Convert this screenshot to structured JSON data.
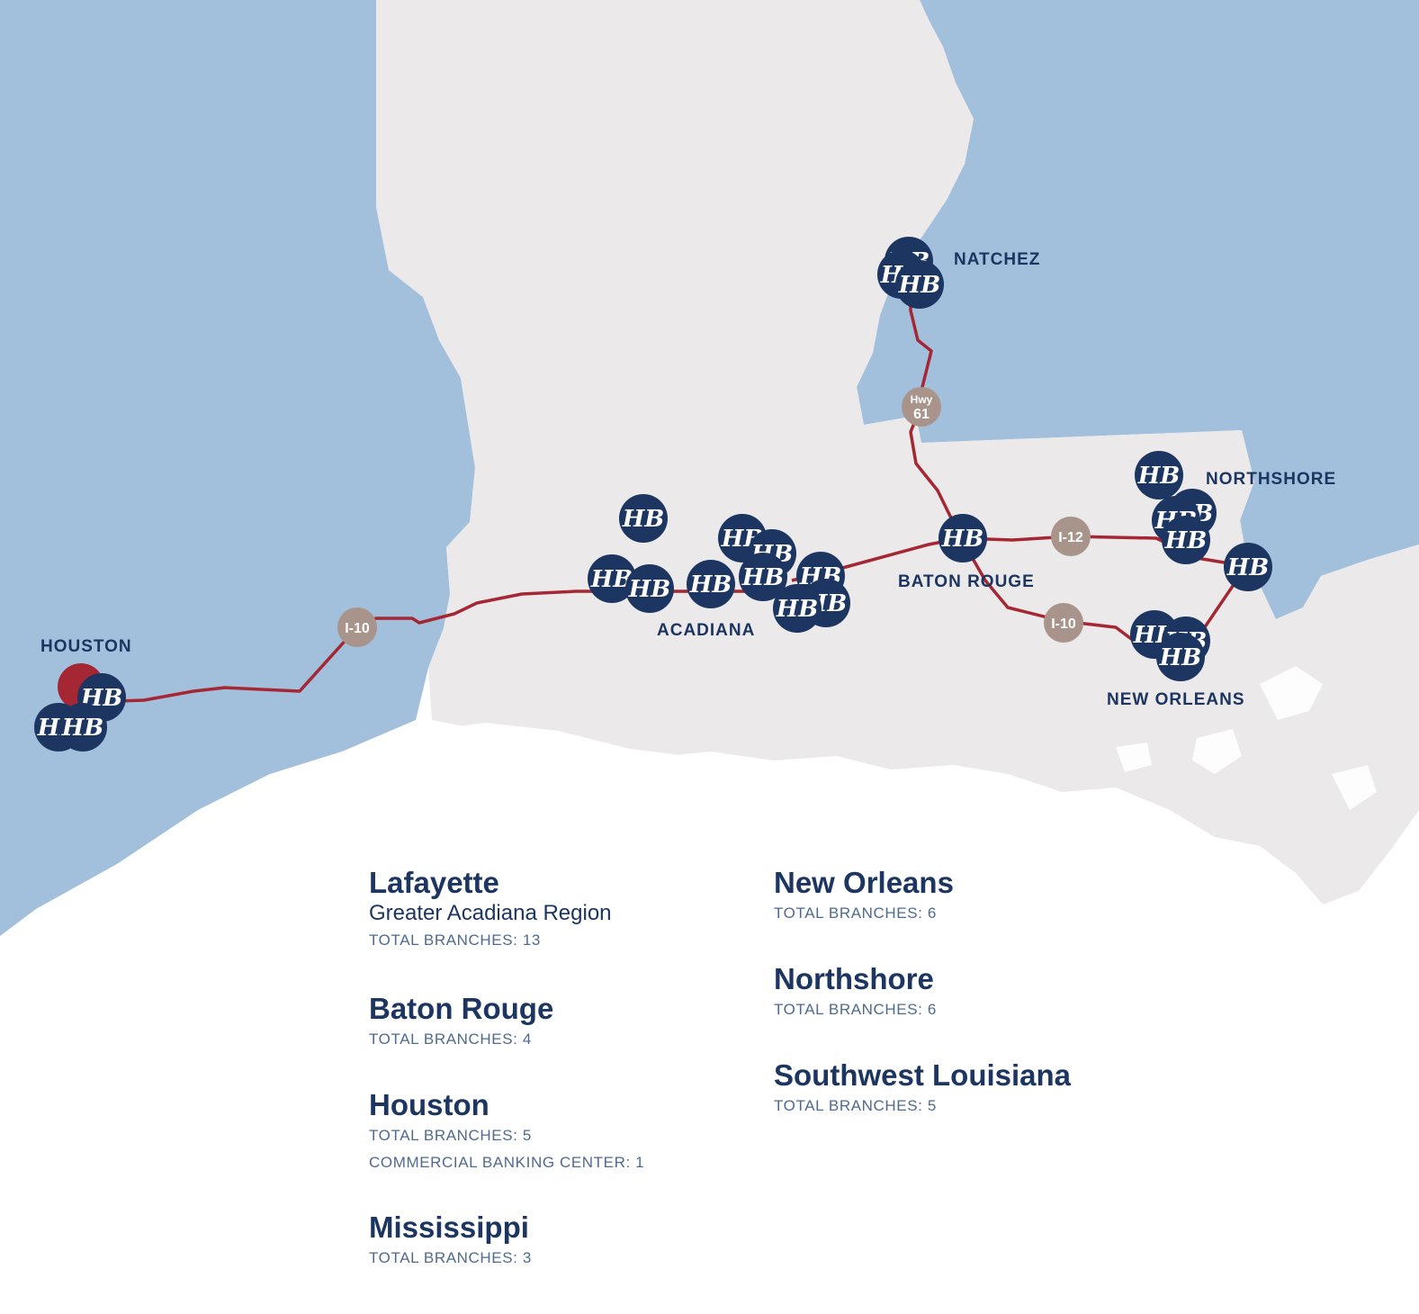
{
  "colors": {
    "water": "#a2bfdc",
    "land": "#ebe9ea",
    "route": "#a42733",
    "marker": "#1c3561",
    "marker_glyph": "#ffffff",
    "highway_shield": "#a8948a",
    "highlight": "#a42733",
    "label": "#1c3561",
    "stat_text": "#4f6a8f"
  },
  "map": {
    "branch_marker_glyph": "HB",
    "region_labels": {
      "houston": "HOUSTON",
      "natchez": "NATCHEZ",
      "northshore": "NORTHSHORE",
      "acadiana": "ACADIANA",
      "baton_rouge": "BATON ROUGE",
      "new_orleans": "NEW ORLEANS"
    },
    "highway_shields": {
      "i10_west": "I-10",
      "hwy61_top": "Hwy",
      "hwy61_num": "61",
      "i12": "I-12",
      "i10_east": "I-10"
    }
  },
  "legend": {
    "lafayette": {
      "name": "Lafayette",
      "subtitle": "Greater Acadiana Region",
      "stat1": "TOTAL BRANCHES: 13"
    },
    "baton_rouge": {
      "name": "Baton Rouge",
      "stat1": "TOTAL BRANCHES: 4"
    },
    "houston": {
      "name": "Houston",
      "stat1": "TOTAL BRANCHES: 5",
      "stat2": "COMMERCIAL BANKING CENTER: 1"
    },
    "mississippi": {
      "name": "Mississippi",
      "stat1": "TOTAL BRANCHES: 3"
    },
    "new_orleans": {
      "name": "New Orleans",
      "stat1": "TOTAL BRANCHES: 6"
    },
    "northshore": {
      "name": "Northshore",
      "stat1": "TOTAL BRANCHES: 6"
    },
    "southwest_louisiana": {
      "name": "Southwest Louisiana",
      "stat1": "TOTAL BRANCHES: 5"
    }
  }
}
